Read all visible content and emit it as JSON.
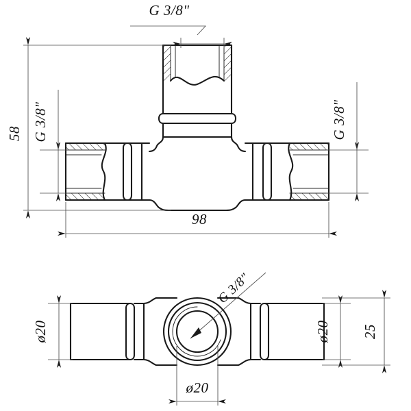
{
  "drawing": {
    "type": "engineering-drawing",
    "subject": "Brass tee pipe fitting (press-fit / threaded tee)",
    "views": [
      {
        "id": "front-section",
        "label": "Front sectional view"
      },
      {
        "id": "top-view",
        "label": "Top / plan view"
      }
    ],
    "background_color": "#ffffff",
    "line_color": "#1a1a1a",
    "dimension_line_color": "#4a4a4a"
  },
  "front_view": {
    "labels": {
      "branch_thread": "G 3/8\"",
      "left_thread": "G 3/8\"",
      "right_thread": "G 3/8\"",
      "overall_height": "58",
      "overall_length": "98"
    }
  },
  "top_view": {
    "labels": {
      "branch_thread": "G 3/8\"",
      "left_bore": "ø20",
      "right_bore": "ø20",
      "center_bore": "ø20",
      "body_width": "25"
    }
  },
  "annotations": [
    {
      "name": "branch-thread-callout",
      "text": "G 3/8\"",
      "view": "front",
      "position": "top-center"
    },
    {
      "name": "left-thread-callout",
      "text": "G 3/8\"",
      "view": "front",
      "position": "left, rotated 90°"
    },
    {
      "name": "right-thread-callout",
      "text": "G 3/8\"",
      "view": "front",
      "position": "right, rotated 90°"
    },
    {
      "name": "height-dimension",
      "text": "58",
      "view": "front",
      "position": "far-left, rotated 90°"
    },
    {
      "name": "length-dimension",
      "text": "98",
      "view": "front",
      "position": "bottom-center"
    },
    {
      "name": "top-branch-thread-callout",
      "text": "G 3/8\"",
      "view": "top",
      "position": "diagonal leader to center bore"
    },
    {
      "name": "left-bore-dimension",
      "text": "ø20",
      "view": "top",
      "position": "left, rotated 90°"
    },
    {
      "name": "right-bore-dimension",
      "text": "ø20",
      "view": "top",
      "position": "right, rotated 90°"
    },
    {
      "name": "center-bore-dimension",
      "text": "ø20",
      "view": "top",
      "position": "bottom-center"
    },
    {
      "name": "width-dimension",
      "text": "25",
      "view": "top",
      "position": "far-right, rotated 90°"
    }
  ]
}
